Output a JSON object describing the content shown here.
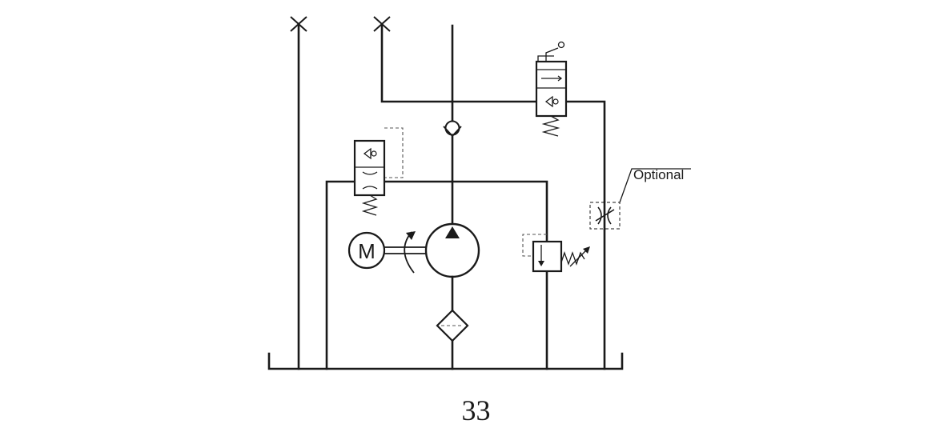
{
  "diagram": {
    "motor_label": "M",
    "optional_label": "Optional",
    "figure_number": "33"
  }
}
